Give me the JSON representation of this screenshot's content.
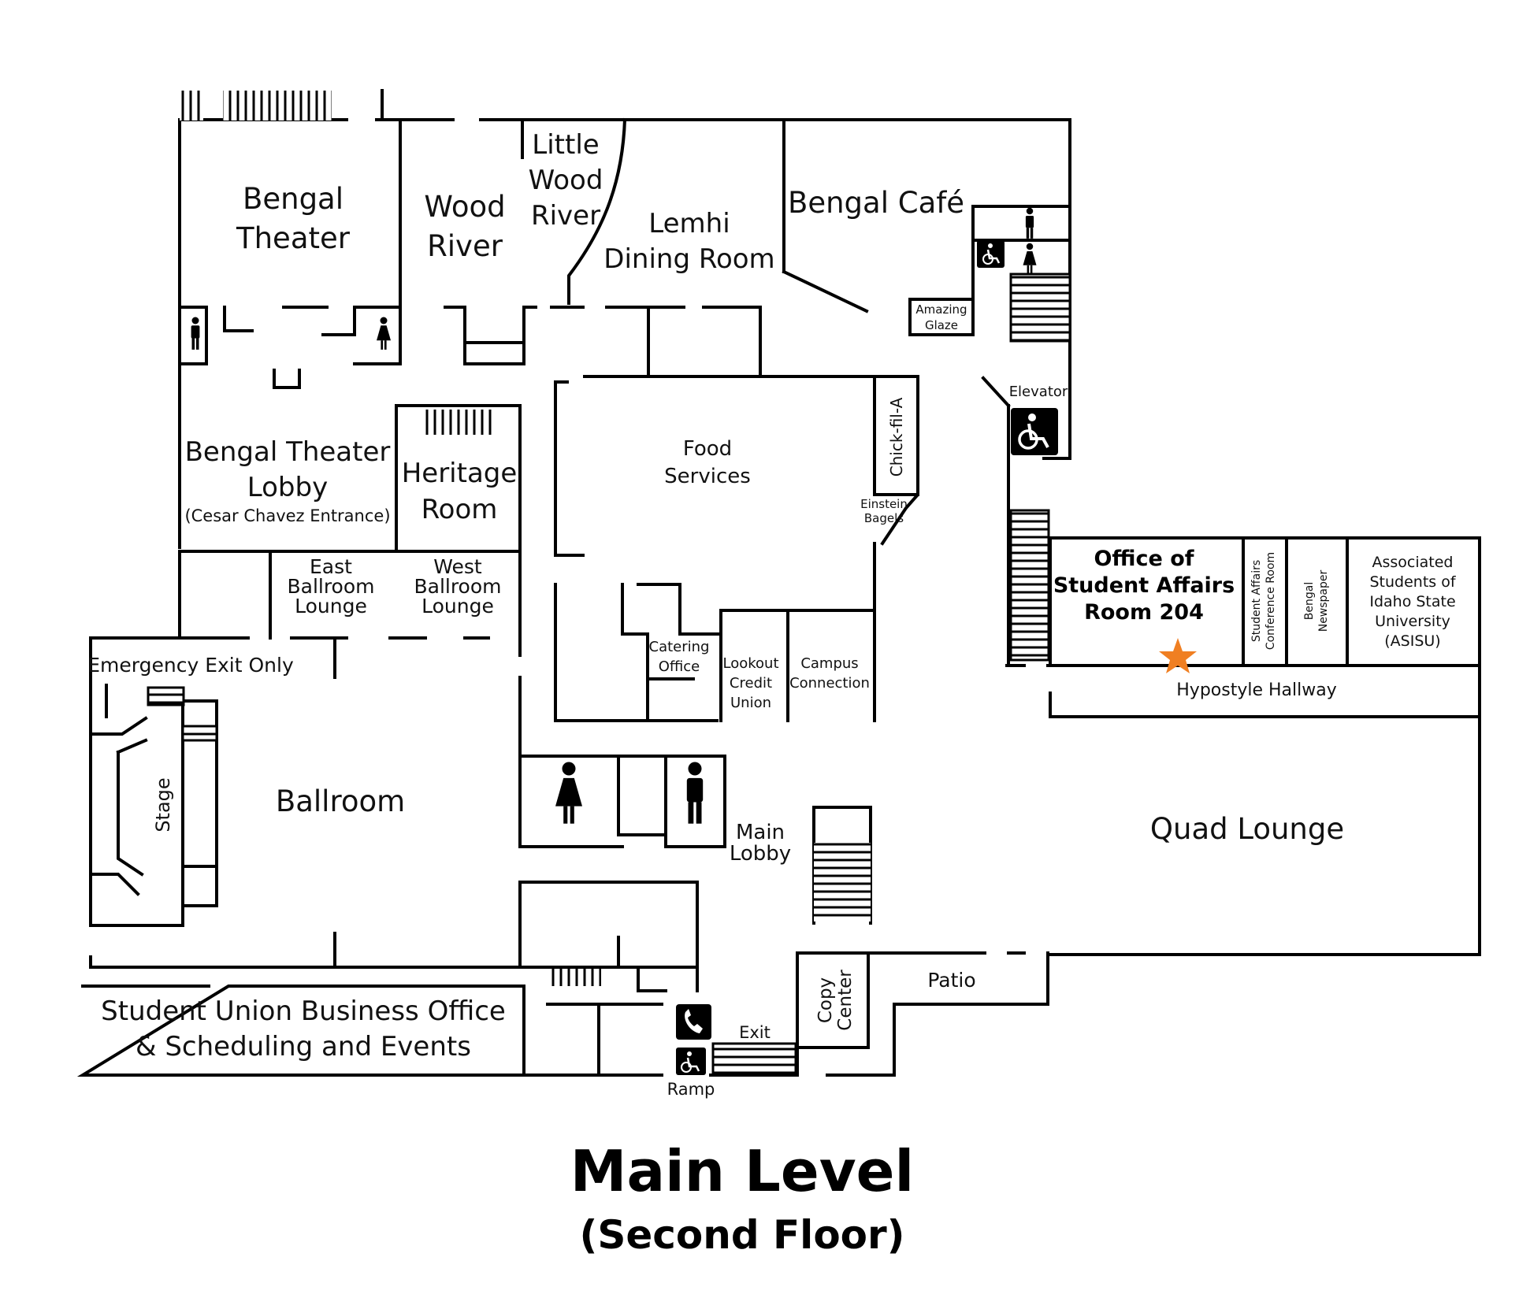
{
  "title": "Main Level",
  "subtitle": "(Second Floor)",
  "accent_color": "#f07f22",
  "rooms": {
    "bengal_theater": [
      "Bengal",
      "Theater"
    ],
    "wood_river": [
      "Wood",
      "River"
    ],
    "little_wood_river": [
      "Little",
      "Wood",
      "River"
    ],
    "lemhi": [
      "Lemhi",
      "Dining Room"
    ],
    "bengal_cafe": "Bengal Café",
    "amazing_glaze": [
      "Amazing",
      "Glaze"
    ],
    "elevator": "Elevator",
    "bengal_theater_lobby": [
      "Bengal Theater",
      "Lobby"
    ],
    "cesar_chavez": "(Cesar Chavez Entrance)",
    "heritage_room": [
      "Heritage",
      "Room"
    ],
    "food_services": [
      "Food",
      "Services"
    ],
    "chick_fil_a": "Chick-fil-A",
    "einstein_bagels": [
      "Einstein",
      "Bagels"
    ],
    "east_ballroom_lounge": [
      "East",
      "Ballroom",
      "Lounge"
    ],
    "west_ballroom_lounge": [
      "West",
      "Ballroom",
      "Lounge"
    ],
    "emergency_exit": "Emergency Exit Only",
    "catering_office": [
      "Catering",
      "Office"
    ],
    "lookout_credit_union": [
      "Lookout",
      "Credit",
      "Union"
    ],
    "campus_connection": [
      "Campus",
      "Connection"
    ],
    "office_student_affairs": [
      "Office of",
      "Student Affairs",
      "Room 204"
    ],
    "sa_conference_room": [
      "Student Affairs",
      "Conference Room"
    ],
    "bengal_newspaper": [
      "Bengal",
      "Newspaper"
    ],
    "asisu": [
      "Associated",
      "Students of",
      "Idaho State",
      "University",
      "(ASISU)"
    ],
    "hypostyle_hallway": "Hypostyle Hallway",
    "stage": "Stage",
    "ballroom": "Ballroom",
    "main_lobby": [
      "Main",
      "Lobby"
    ],
    "quad_lounge": "Quad Lounge",
    "copy_center": [
      "Copy",
      "Center"
    ],
    "patio": "Patio",
    "exit": "Exit",
    "ramp": "Ramp",
    "business_office": [
      "Student Union Business Office",
      "& Scheduling and Events"
    ]
  },
  "icons": [
    "restroom-men-icon",
    "restroom-women-icon",
    "wheelchair-icon",
    "phone-icon",
    "star-icon",
    "stairs-icon"
  ]
}
